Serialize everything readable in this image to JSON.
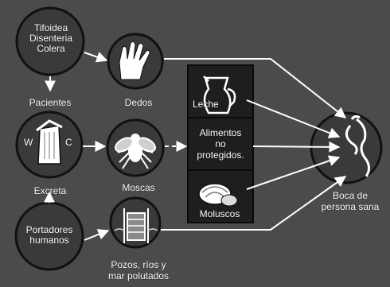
{
  "nodes": {
    "diseases": [
      "Tifoidea",
      "Disenteria",
      "Colera"
    ],
    "dedos": "Dedos",
    "pacientes": "Pacientes",
    "excreta": "Excreta",
    "latrine_w": "W",
    "latrine_c": "C",
    "moscas": "Moscas",
    "portadores": [
      "Portadores",
      "humanos"
    ],
    "pozos": [
      "Pozos, ríos y",
      "mar polutados"
    ],
    "leche": "Leche",
    "alimentos": [
      "Alimentos",
      "no",
      "protegidos."
    ],
    "moluscos": "Moluscos",
    "boca": [
      "Boca de",
      "persona sana"
    ]
  },
  "icons": {
    "hand": "hand-icon",
    "jug": "milk-jug-icon",
    "latrine": "latrine-icon",
    "fly": "fly-icon",
    "mollusc": "clam-icon",
    "well": "well-icon",
    "mouth": "mouth-icon"
  },
  "colors": {
    "background": "#4b4b4b",
    "lines": "#ffffff",
    "box": "#1e1e1e"
  }
}
